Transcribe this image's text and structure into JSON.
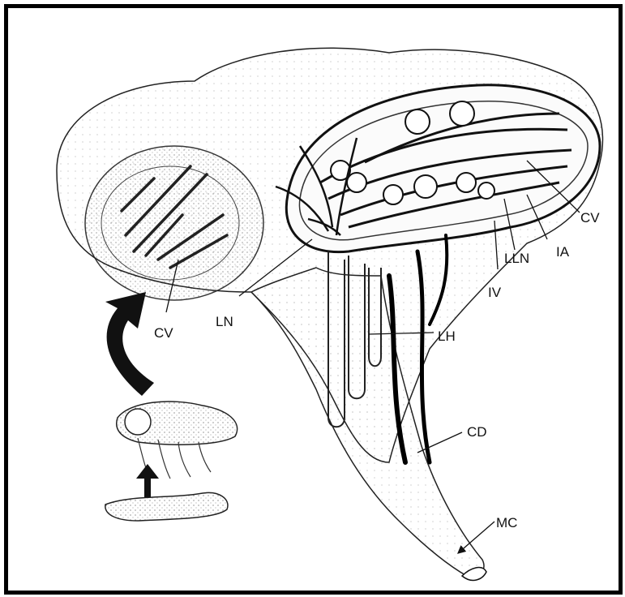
{
  "labels": {
    "cv_right": "CV",
    "ia": "IA",
    "lln": "LLN",
    "iv": "IV",
    "ln": "LN",
    "cv_left": "CV",
    "lh": "LH",
    "cd": "CD",
    "mc": "MC"
  },
  "colors": {
    "border": "#000000",
    "ink": "#111111",
    "shade": "#777777",
    "background": "#ffffff"
  },
  "icons": {
    "big_arrow": "curved-arrow-up",
    "small_arrow": "arrow-up"
  }
}
